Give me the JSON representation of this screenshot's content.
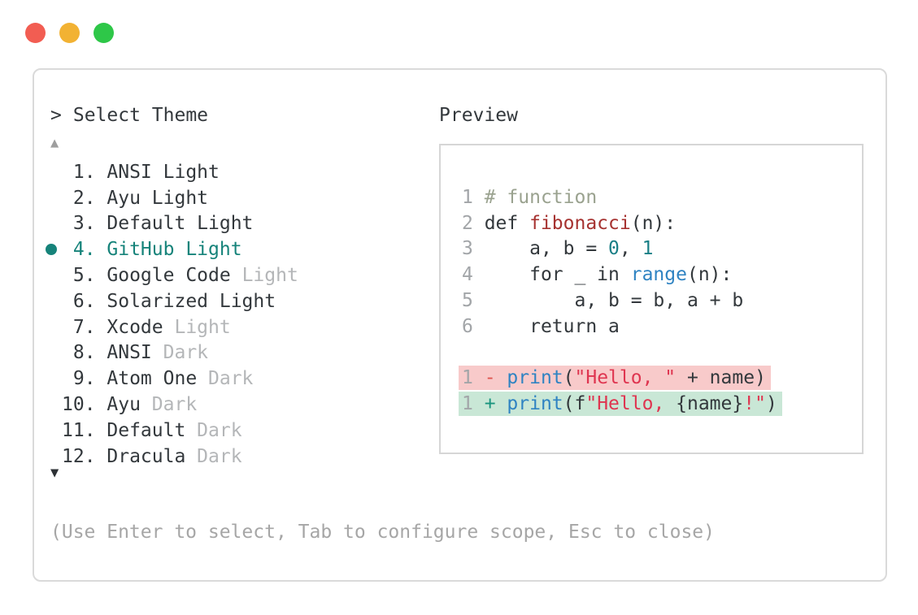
{
  "colors": {
    "accent_teal": "#16837a",
    "text_dark": "#33383c",
    "text_muted": "#b4b6b8",
    "footer_gray": "#a6a6a6",
    "traffic_red": "#f25d52",
    "traffic_yellow": "#f2b233",
    "traffic_green": "#2ec748",
    "diff_remove_bg": "#f8caca",
    "diff_add_bg": "#c9e7d6",
    "string_red": "#df3550",
    "builtin_blue": "#2f83c2",
    "number_teal": "#1a7f86",
    "func_red": "#a63230",
    "comment_sage": "#9aa28f"
  },
  "window_controls": {
    "close": "close",
    "minimize": "minimize",
    "zoom": "zoom"
  },
  "picker": {
    "prompt_char": ">",
    "title": "Select Theme",
    "scroll_up": "▲",
    "scroll_down": "▼",
    "footer": "(Use Enter to select, Tab to configure scope, Esc to close)",
    "items": [
      {
        "number": " 1. ",
        "name": "ANSI Light",
        "suffix": "",
        "selected": false
      },
      {
        "number": " 2. ",
        "name": "Ayu Light",
        "suffix": "",
        "selected": false
      },
      {
        "number": " 3. ",
        "name": "Default Light",
        "suffix": "",
        "selected": false
      },
      {
        "number": " 4. ",
        "name": "GitHub Light",
        "suffix": "",
        "selected": true
      },
      {
        "number": " 5. ",
        "name": "Google Code",
        "suffix": " Light",
        "selected": false
      },
      {
        "number": " 6. ",
        "name": "Solarized Light",
        "suffix": "",
        "selected": false
      },
      {
        "number": " 7. ",
        "name": "Xcode",
        "suffix": " Light",
        "selected": false
      },
      {
        "number": " 8. ",
        "name": "ANSI",
        "suffix": " Dark",
        "selected": false
      },
      {
        "number": " 9. ",
        "name": "Atom One",
        "suffix": " Dark",
        "selected": false
      },
      {
        "number": "10. ",
        "name": "Ayu",
        "suffix": " Dark",
        "selected": false
      },
      {
        "number": "11. ",
        "name": "Default",
        "suffix": " Dark",
        "selected": false
      },
      {
        "number": "12. ",
        "name": "Dracula",
        "suffix": " Dark",
        "selected": false
      }
    ]
  },
  "preview": {
    "label": "Preview",
    "code_lines": [
      {
        "num": "1 ",
        "tokens": [
          {
            "text": "# function",
            "style": "comment"
          }
        ]
      },
      {
        "num": "2 ",
        "tokens": [
          {
            "text": "def ",
            "style": "plain"
          },
          {
            "text": "fibonacci",
            "style": "func"
          },
          {
            "text": "(n):",
            "style": "plain"
          }
        ]
      },
      {
        "num": "3 ",
        "tokens": [
          {
            "text": "    a, b = ",
            "style": "plain"
          },
          {
            "text": "0",
            "style": "number"
          },
          {
            "text": ", ",
            "style": "plain"
          },
          {
            "text": "1",
            "style": "number"
          }
        ]
      },
      {
        "num": "4 ",
        "tokens": [
          {
            "text": "    for _ in ",
            "style": "plain"
          },
          {
            "text": "range",
            "style": "builtin"
          },
          {
            "text": "(n):",
            "style": "plain"
          }
        ]
      },
      {
        "num": "5 ",
        "tokens": [
          {
            "text": "        a, b = b, a + b",
            "style": "plain"
          }
        ]
      },
      {
        "num": "6 ",
        "tokens": [
          {
            "text": "    return a",
            "style": "plain"
          }
        ]
      }
    ],
    "diff_lines": [
      {
        "num": "1 ",
        "sign": "- ",
        "kind": "remove",
        "tokens": [
          {
            "text": "print",
            "style": "builtin"
          },
          {
            "text": "(",
            "style": "plain"
          },
          {
            "text": "\"Hello, \"",
            "style": "string"
          },
          {
            "text": " + name)",
            "style": "plain"
          }
        ]
      },
      {
        "num": "1 ",
        "sign": "+ ",
        "kind": "add",
        "tokens": [
          {
            "text": "print",
            "style": "builtin"
          },
          {
            "text": "(f",
            "style": "plain"
          },
          {
            "text": "\"Hello, ",
            "style": "string"
          },
          {
            "text": "{name}",
            "style": "plain"
          },
          {
            "text": "!\"",
            "style": "string"
          },
          {
            "text": ")",
            "style": "plain"
          }
        ]
      }
    ]
  }
}
